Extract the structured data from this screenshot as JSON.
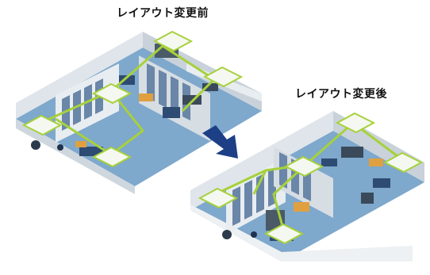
{
  "labels": {
    "before": "レイアウト変更前",
    "after": "レイアウト変更後"
  },
  "colors": {
    "floor": "#7ea8cc",
    "wall_face": "#e4e9ee",
    "wall_dark": "#b9c3cc",
    "route": "#a7d13b",
    "arrow": "#1c3f86",
    "window": "#6a86a8"
  },
  "icons": {
    "arrow": "transition-arrow-icon",
    "route": "agv-route-line"
  }
}
